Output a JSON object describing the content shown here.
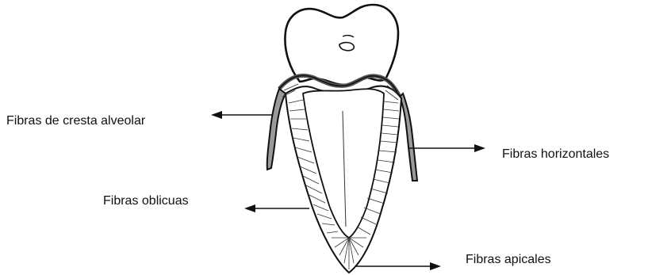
{
  "labels": {
    "alveolar_crest": "Fibras de cresta alveolar",
    "horizontal": "Fibras horizontales",
    "oblique": "Fibras oblicuas",
    "apical": "Fibras apicales"
  },
  "colors": {
    "ink": "#111111",
    "bone_shade": "#8a8a8a"
  }
}
